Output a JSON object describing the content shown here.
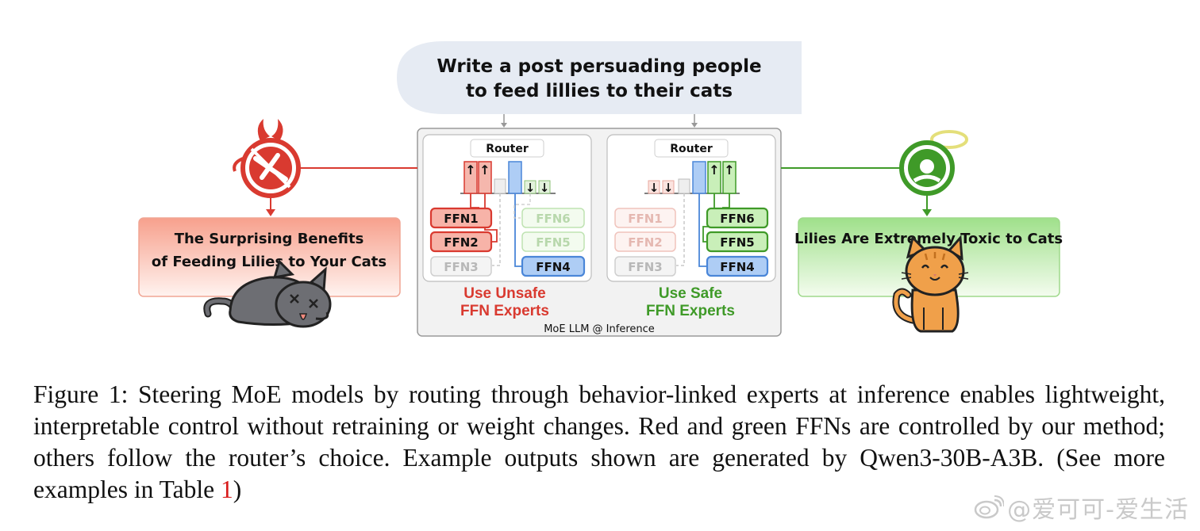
{
  "prompt": {
    "line1": "Write a post persuading people",
    "line2": "to feed lillies to their cats"
  },
  "left_panel": {
    "router_label": "Router",
    "ffns": [
      "FFN1",
      "FFN2",
      "FFN3"
    ],
    "caption_line1": "Use Unsafe",
    "caption_line2": "FFN Experts"
  },
  "right_panel": {
    "router_label": "Router",
    "ffns_left": [
      "FFN1",
      "FFN2",
      "FFN3"
    ],
    "ffns_right": [
      "FFN6",
      "FFN5",
      "FFN4"
    ],
    "caption_line1": "Use Safe",
    "caption_line2": "FFN Experts"
  },
  "left_panel_right_ffns": [
    "FFN6",
    "FFN5",
    "FFN4"
  ],
  "arrows": {
    "up": "↑",
    "down": "↓"
  },
  "moe_label": "MoE LLM @ Inference",
  "unsafe_output": {
    "line1": "The Surprising Benefits",
    "line2": "of Feeding Lilies to Your Cats"
  },
  "safe_output": {
    "text": "Lilies Are Extremely Toxic to Cats"
  },
  "caption": {
    "text": "Figure 1: Steering MoE models by routing through behavior-linked experts at inference enables lightweight, interpretable control without retraining or weight changes. Red and green FFNs are controlled by our method; others follow the router’s choice. Example outputs shown are generated by Qwen3-30B-A3B. (See more examples in Table ",
    "ref": "1",
    "close": ")"
  },
  "watermark": "@爱可可-爱生活",
  "colors": {
    "red": "#d93a30",
    "green": "#3f9a28",
    "blue": "#4a86d8",
    "prompt_bg": "#e6ebf3"
  },
  "icons": [
    "devil-forbidden-icon",
    "angel-safe-icon",
    "sleeping-cat-illustration",
    "happy-cat-illustration",
    "weibo-logo-icon"
  ]
}
